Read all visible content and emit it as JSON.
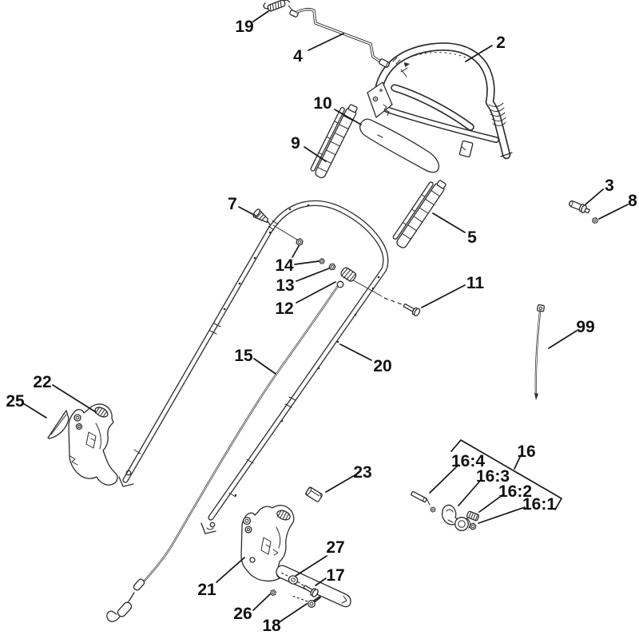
{
  "diagram": {
    "type": "exploded-parts-diagram",
    "background": "#ffffff",
    "line_color": "#2b2b2b",
    "label_color": "#111111",
    "callouts": {
      "c2": {
        "label": "2"
      },
      "c3": {
        "label": "3"
      },
      "c4": {
        "label": "4"
      },
      "c5": {
        "label": "5"
      },
      "c7": {
        "label": "7"
      },
      "c8": {
        "label": "8"
      },
      "c9": {
        "label": "9"
      },
      "c10": {
        "label": "10"
      },
      "c11": {
        "label": "11"
      },
      "c12": {
        "label": "12"
      },
      "c13": {
        "label": "13"
      },
      "c14": {
        "label": "14"
      },
      "c15": {
        "label": "15"
      },
      "c16": {
        "label": "16"
      },
      "c16_1": {
        "label": "16:1"
      },
      "c16_2": {
        "label": "16:2"
      },
      "c16_3": {
        "label": "16:3"
      },
      "c16_4": {
        "label": "16:4"
      },
      "c17": {
        "label": "17"
      },
      "c18": {
        "label": "18"
      },
      "c19": {
        "label": "19"
      },
      "c20": {
        "label": "20"
      },
      "c21": {
        "label": "21"
      },
      "c22": {
        "label": "22"
      },
      "c23": {
        "label": "23"
      },
      "c25": {
        "label": "25"
      },
      "c26": {
        "label": "26"
      },
      "c27": {
        "label": "27"
      },
      "c99": {
        "label": "99"
      }
    }
  }
}
